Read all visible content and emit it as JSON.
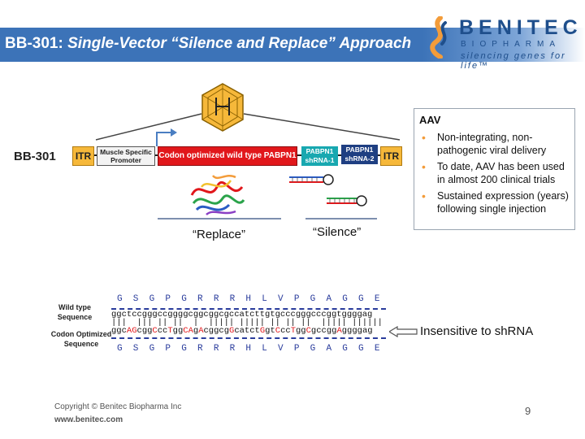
{
  "header": {
    "title_prefix": "BB-301: ",
    "title_italic": "Single-Vector “Silence and Replace” Approach",
    "logo_word": "BENITEC",
    "logo_sub": "BIOPHARMA",
    "logo_tagline": "silencing genes for life™"
  },
  "construct": {
    "label": "BB-301",
    "itr_left": "ITR",
    "promoter_line1": "Muscle Specific",
    "promoter_line2": "Promoter",
    "codon": "Codon optimized wild type PABPN1",
    "shrna1_line1": "PABPN1",
    "shrna1_line2": "shRNA-1",
    "shrna2_line1": "PABPN1",
    "shrna2_line2": "shRNA-2",
    "itr_right": "ITR"
  },
  "captions": {
    "replace": "“Replace”",
    "silence": "“Silence”"
  },
  "aav": {
    "title": "AAV",
    "items": [
      "Non-integrating, non-pathogenic viral delivery",
      "To date, AAV has been used in almost 200 clinical trials",
      "Sustained expression (years) following single injection"
    ]
  },
  "sequence": {
    "wt_label_line1": "Wild type",
    "wt_label_line2": "Sequence",
    "co_label_line1": "Codon Optimized",
    "co_label_line2": "Sequence",
    "aa_top": "G  S  G  P  G  R  R  R  H  L  V  P  G  A  G  G  E",
    "wt_seq": "ggctccgggccggggcggcggcgccatcttgtgcccgggcccggtggggag",
    "match": "|||  ||| || ||  |  ||||| ||||| || || ||  ||||| ||||||",
    "co_segments": [
      {
        "t": "ggc",
        "c": "k"
      },
      {
        "t": "AG",
        "c": "r"
      },
      {
        "t": "cgg",
        "c": "k"
      },
      {
        "t": "C",
        "c": "r"
      },
      {
        "t": "cc",
        "c": "k"
      },
      {
        "t": "T",
        "c": "r"
      },
      {
        "t": "gg",
        "c": "k"
      },
      {
        "t": "CA",
        "c": "r"
      },
      {
        "t": "g",
        "c": "k"
      },
      {
        "t": "A",
        "c": "r"
      },
      {
        "t": "cggcg",
        "c": "k"
      },
      {
        "t": "G",
        "c": "r"
      },
      {
        "t": "catct",
        "c": "k"
      },
      {
        "t": "G",
        "c": "r"
      },
      {
        "t": "gt",
        "c": "k"
      },
      {
        "t": "C",
        "c": "r"
      },
      {
        "t": "cc",
        "c": "k"
      },
      {
        "t": "T",
        "c": "r"
      },
      {
        "t": "gg",
        "c": "k"
      },
      {
        "t": "C",
        "c": "r"
      },
      {
        "t": "gccgg",
        "c": "k"
      },
      {
        "t": "A",
        "c": "r"
      },
      {
        "t": "ggggag",
        "c": "k"
      }
    ],
    "aa_bottom": "G  S  G  P  G  R  R  R  H  L  V  P  G  A  G  G  E",
    "insensitive": "Insensitive to shRNA"
  },
  "footer": {
    "copyright": "Copyright © Benitec Biopharma Inc",
    "url": "www.benitec.com",
    "page": "9"
  },
  "colors": {
    "title_bar": "#3c73b8",
    "itr": "#f6b83a",
    "codon": "#e1171b",
    "shrna1": "#18a8b0",
    "shrna2": "#1f3f82",
    "bullet": "#f39c3a",
    "aa_letters": "#2a3c9c"
  }
}
